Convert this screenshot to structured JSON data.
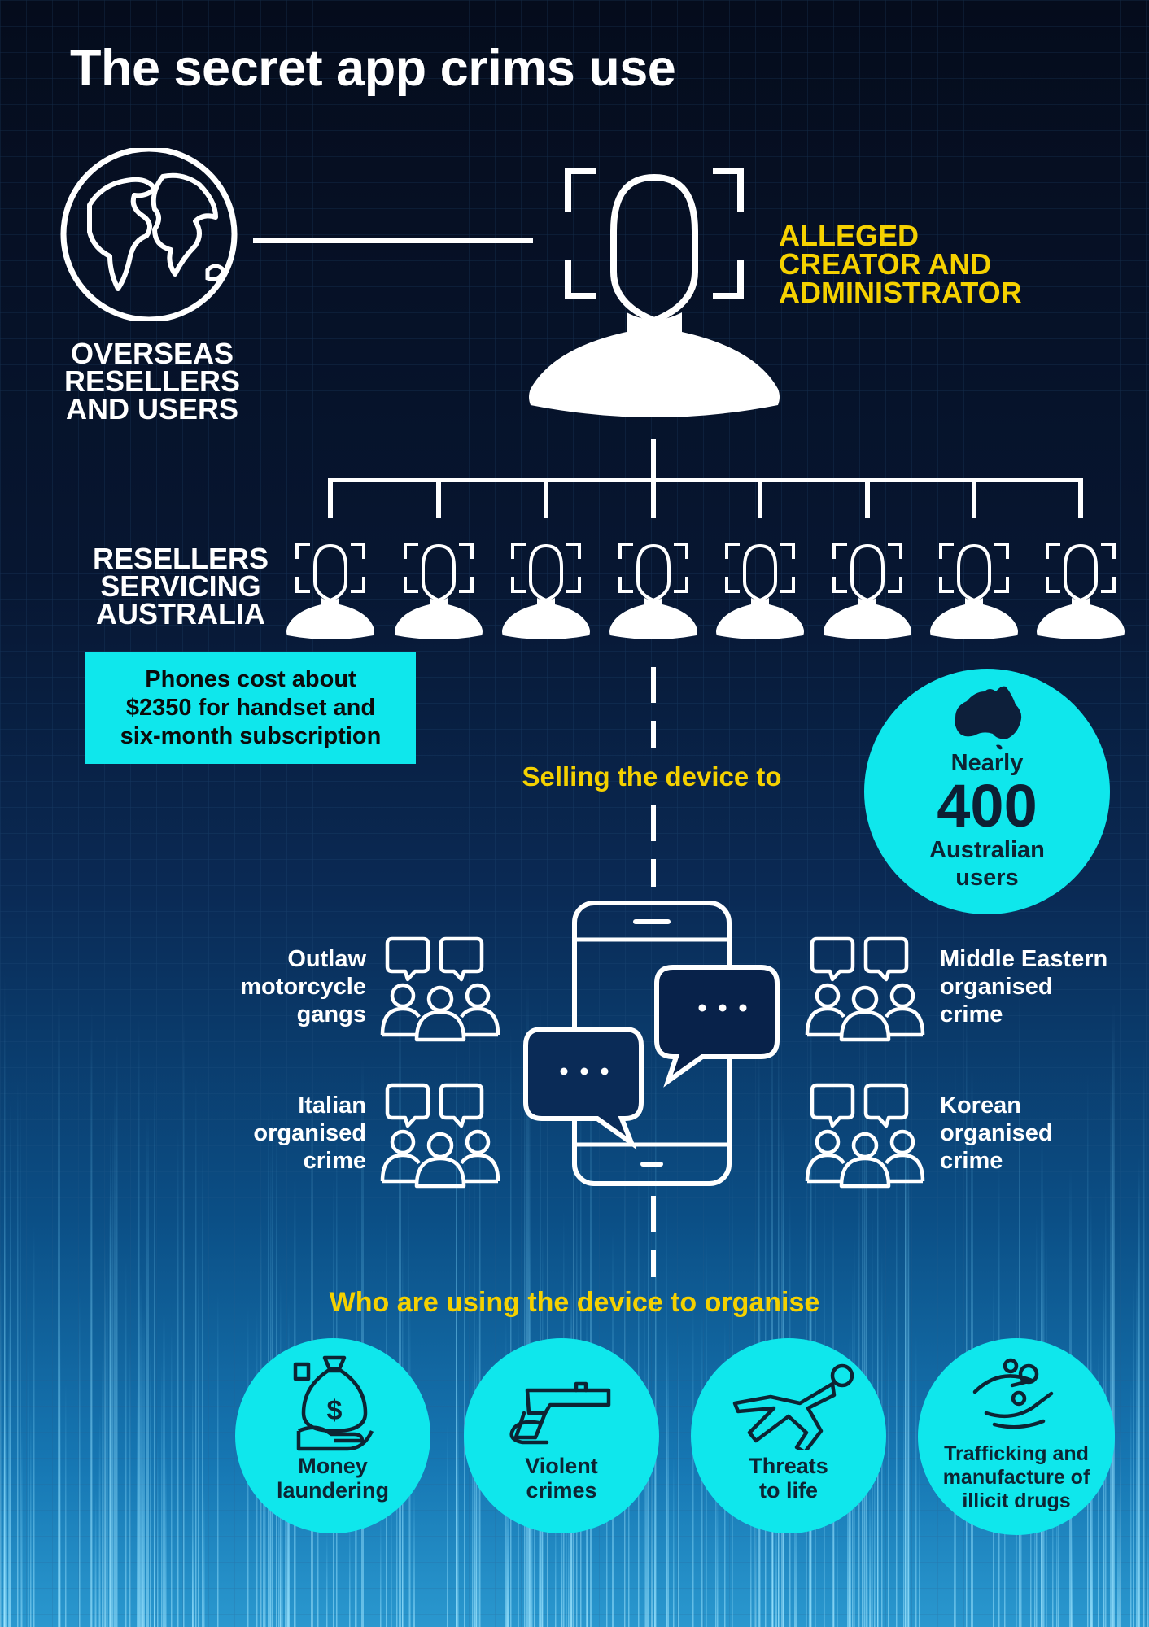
{
  "title": "The secret app crims use",
  "overseas": {
    "lines": [
      "OVERSEAS",
      "RESELLERS",
      "AND USERS"
    ]
  },
  "creator": {
    "lines": [
      "ALLEGED",
      "CREATOR AND",
      "ADMINISTRATOR"
    ]
  },
  "resellers": {
    "lines": [
      "RESELLERS",
      "SERVICING",
      "AUSTRALIA"
    ]
  },
  "cost_box": {
    "lines": [
      "Phones cost about",
      "$2350 for handset and",
      "six-month subscription"
    ]
  },
  "selling": "Selling the device to",
  "users_stat": {
    "prefix": "Nearly",
    "number": "400",
    "lines": [
      "Australian",
      "users"
    ]
  },
  "groups": [
    {
      "lines": [
        "Outlaw",
        "motorcycle",
        "gangs"
      ]
    },
    {
      "lines": [
        "Italian",
        "organised",
        "crime"
      ]
    },
    {
      "lines": [
        "Middle Eastern",
        "organised",
        "crime"
      ]
    },
    {
      "lines": [
        "Korean",
        "organised",
        "crime"
      ]
    }
  ],
  "organise": "Who are using the device to organise",
  "crimes": [
    {
      "lines": [
        "Money",
        "laundering"
      ],
      "icon": "money-bag-icon"
    },
    {
      "lines": [
        "Violent",
        "crimes"
      ],
      "icon": "gun-icon"
    },
    {
      "lines": [
        "Threats",
        "to life"
      ],
      "icon": "body-outline-icon"
    },
    {
      "lines": [
        "Trafficking and",
        "manufacture of",
        "illicit drugs"
      ],
      "icon": "pills-hand-icon"
    }
  ],
  "colors": {
    "accent_yellow": "#f5d100",
    "accent_cyan": "#0fe7ec",
    "background_dark": "#050c1c"
  }
}
